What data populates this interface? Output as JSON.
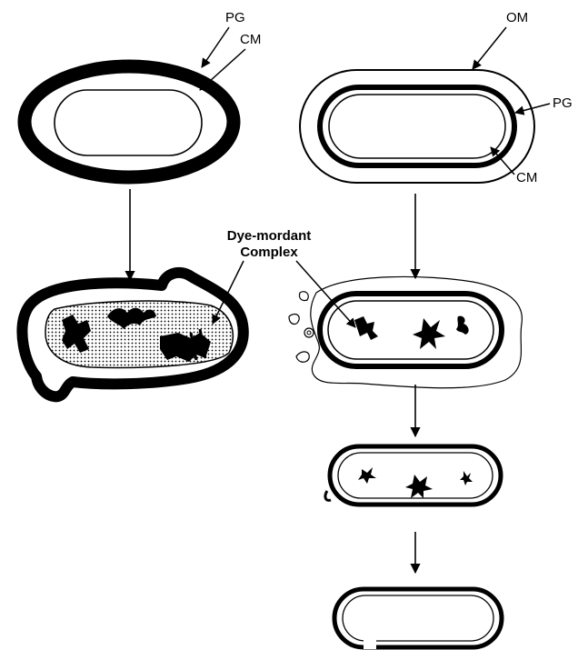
{
  "labels": {
    "pg_left": "PG",
    "cm_left": "CM",
    "om_right": "OM",
    "pg_right": "PG",
    "cm_right": "CM",
    "dye_line1": "Dye-mordant",
    "dye_line2": "Complex"
  },
  "colors": {
    "ink": "#000000",
    "paper": "#ffffff"
  }
}
